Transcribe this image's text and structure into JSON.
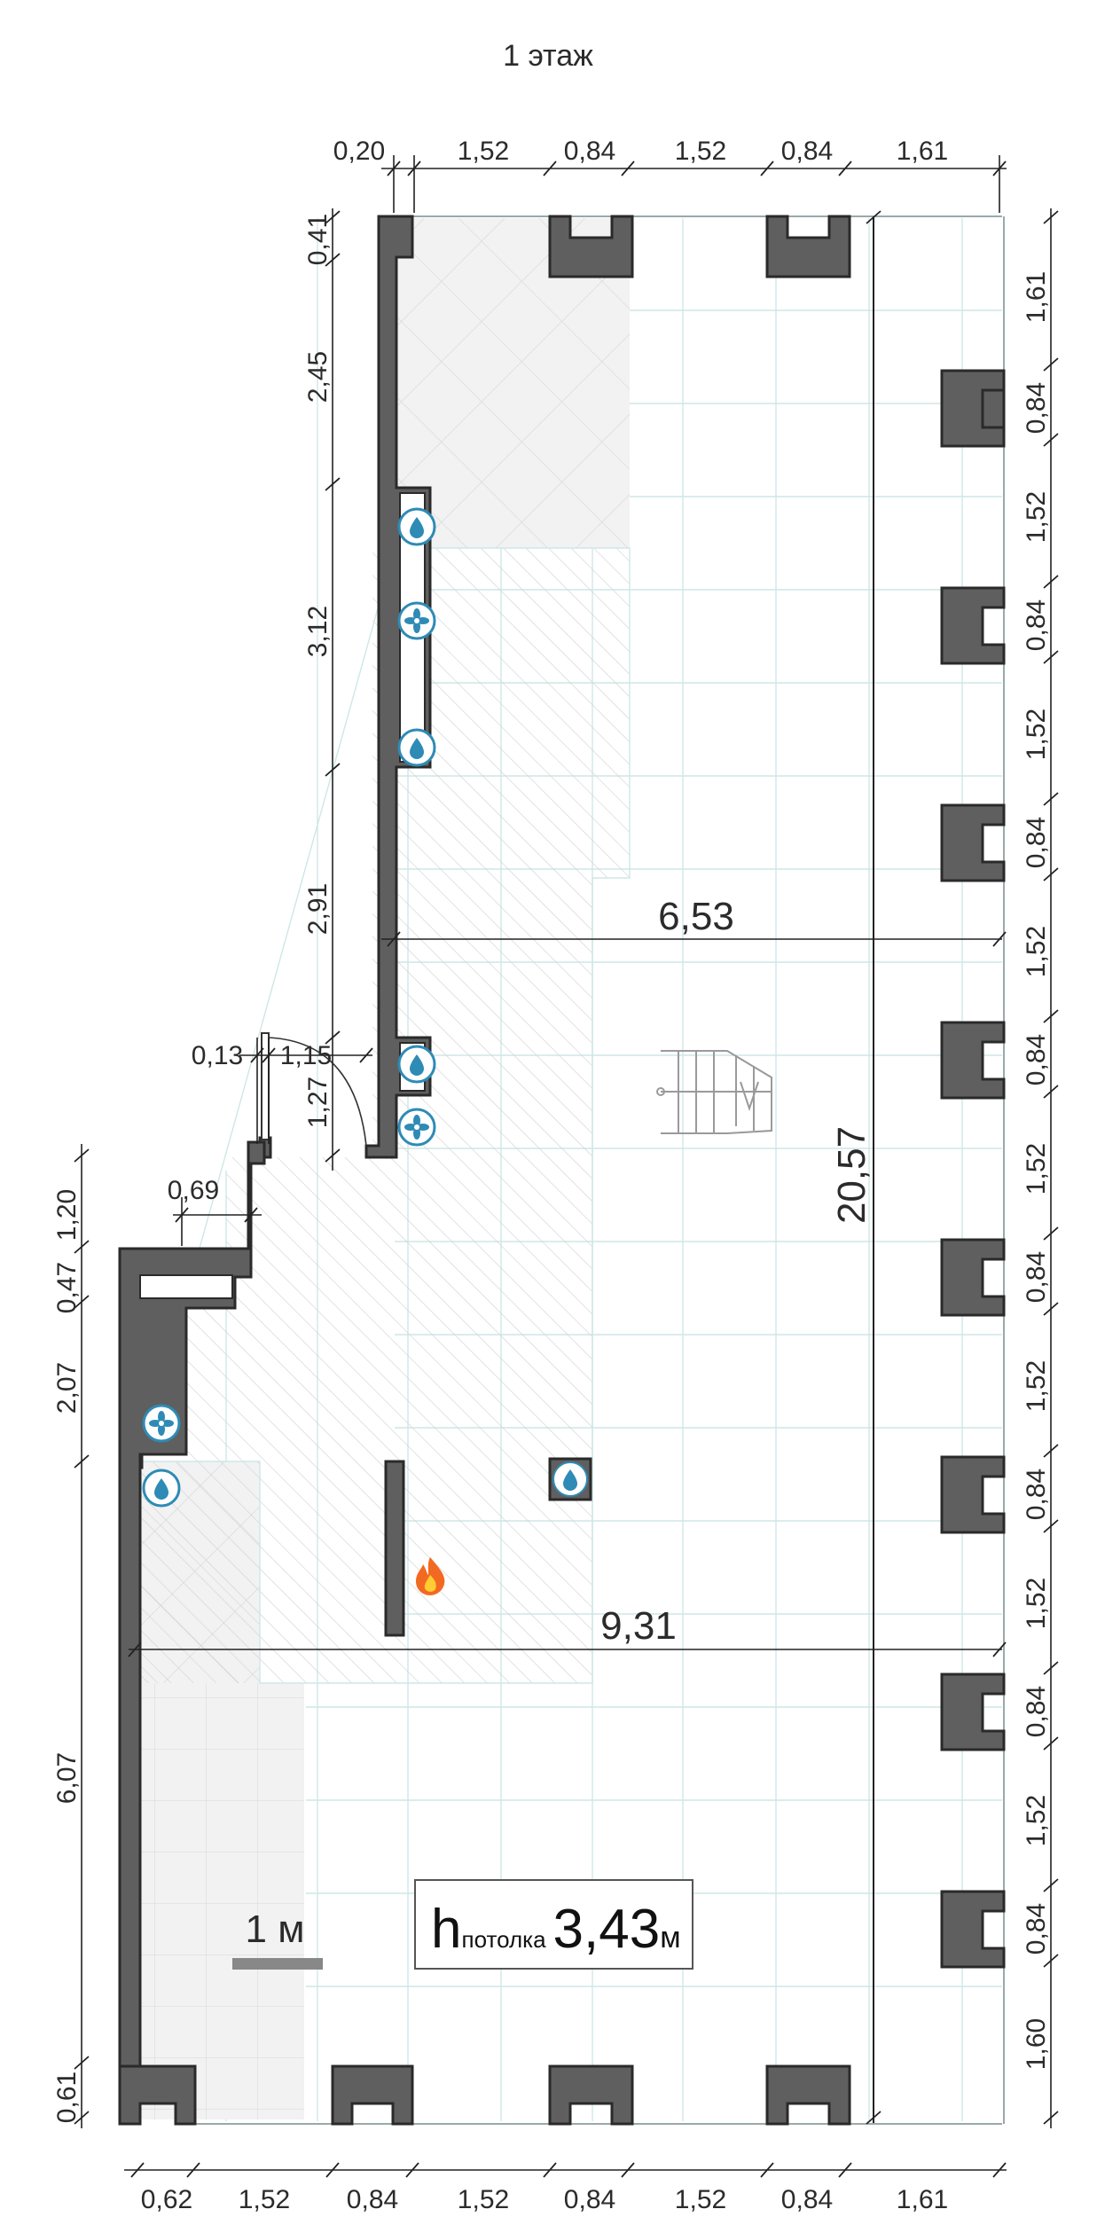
{
  "plan": {
    "title": "1 этаж",
    "ceiling": {
      "h": "h",
      "sub": "потолка",
      "value": "3,43",
      "unit": "м"
    },
    "scale": {
      "label": "1 м"
    },
    "dims": {
      "top": [
        "0,20",
        "1,52",
        "0,84",
        "1,52",
        "0,84",
        "1,61"
      ],
      "bottom": [
        "0,62",
        "1,52",
        "0,84",
        "1,52",
        "0,84",
        "1,52",
        "0,84",
        "1,61"
      ],
      "right": [
        "1,61",
        "0,84",
        "1,52",
        "0,84",
        "1,52",
        "0,84",
        "1,52",
        "0,84",
        "1,52",
        "0,84",
        "1,52",
        "0,84",
        "1,52",
        "0,84",
        "1,52",
        "0,84",
        "1,60"
      ],
      "left_upper": [
        "0,41",
        "2,45",
        "3,12",
        "2,91",
        "1,27"
      ],
      "left_lower": [
        "1,20",
        "0,47",
        "2,07",
        "6,07",
        "0,61"
      ],
      "door": [
        "0,13",
        "1,15"
      ],
      "step": "0,69",
      "width_upper": "6,53",
      "width_lower": "9,31",
      "length": "20,57"
    },
    "icons": {
      "water": "water-drop-icon",
      "fan": "ventilation-fan-icon",
      "fire": "fire-icon",
      "stairs": "stairs-icon"
    },
    "colors": {
      "wall": "#5f5f5f",
      "wall_stroke": "#2a2a2a",
      "grid": "#cfe6e6",
      "icon_blue": "#2e8bb5",
      "fire_orange": "#f26a21"
    }
  }
}
